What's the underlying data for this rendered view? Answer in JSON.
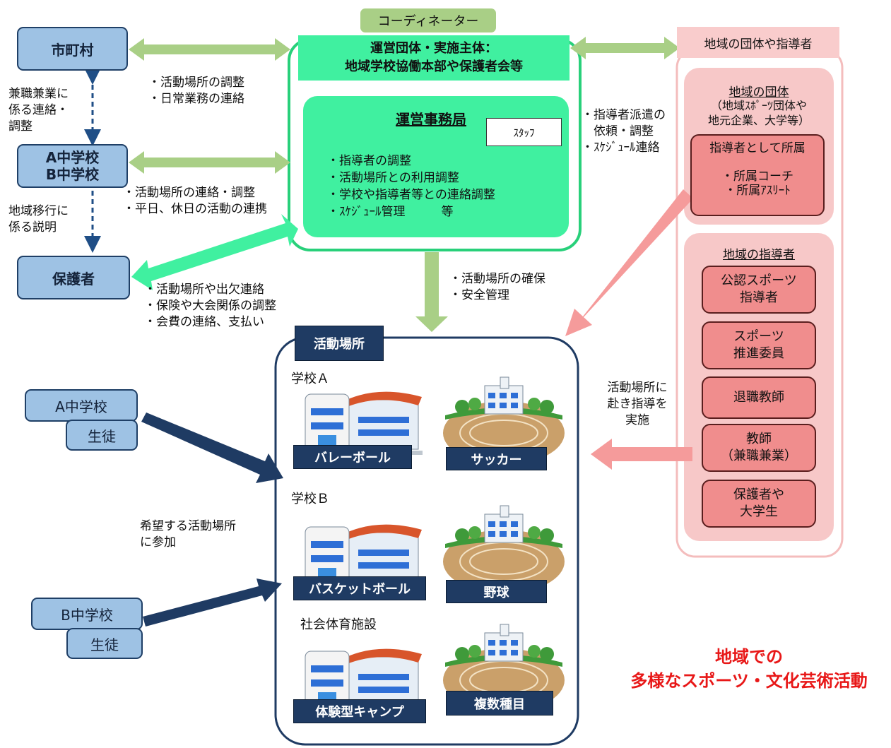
{
  "coordinator": "コーディネーター",
  "left": {
    "municipality": "市町村",
    "schools": "A中学校\nB中学校",
    "guardians": "保護者",
    "dual_role_note": "兼職兼業に\n係る連絡・\n調整",
    "transition_note": "地域移行に\n係る説明",
    "muni_tasks": "・活動場所の調整\n・日常業務の連絡",
    "school_tasks": "・活動場所の連絡・調整\n・平日、休日の活動の連携",
    "guardian_tasks": "・活動場所や出欠連絡\n・保険や大会関係の調整\n・会費の連絡、支払い"
  },
  "org": {
    "header": "運営団体・実施主体：\n地域学校協働本部や保護者会等",
    "office_title": "運営事務局",
    "staff": "ｽﾀｯﾌ",
    "tasks": "・指導者の調整\n・活動場所との利用調整\n・学校や指導者等との連絡調整\n・ｽｹｼﾞｭｰﾙ管理　　　等",
    "dispatch_note": "・指導者派遣の\n　依頼・調整\n・ｽｹｼﾞｭｰﾙ連絡",
    "venue_note": "・活動場所の確保\n・安全管理"
  },
  "right": {
    "title": "地域の団体や指導者",
    "groups_title": "地域の団体",
    "groups_sub": "（地域ｽﾎﾟｰﾂ団体や\n地元企業、大学等）",
    "affiliated": "指導者として所属\n\n・所属コーチ\n・所属ｱｽﾘｰﾄ",
    "instructors_title": "地域の指導者",
    "instructors": [
      "公認スポーツ\n指導者",
      "スポーツ\n推進委員",
      "退職教師",
      "教師\n（兼職兼業）",
      "保護者や\n大学生"
    ],
    "visit_note": "活動場所に\n赴き指導を\n実施"
  },
  "venues": {
    "title": "活動場所",
    "school_a": "学校Ａ",
    "school_b": "学校Ｂ",
    "community": "社会体育施設",
    "activities": [
      "バレーボール",
      "サッカー",
      "バスケットボール",
      "野球",
      "体験型キャンプ",
      "複数種目"
    ]
  },
  "students": {
    "a_school": "A中学校",
    "b_school": "B中学校",
    "student": "生徒",
    "join_note": "希望する活動場所\nに参加"
  },
  "footer": "地域での\n多様なスポーツ・文化芸術活動",
  "colors": {
    "light_green": "#a9cf86",
    "mint": "#40f0a0",
    "blue": "#9ec2e4",
    "navy": "#1f3b63",
    "pink": "#f08d8d",
    "red": "#e81818"
  }
}
